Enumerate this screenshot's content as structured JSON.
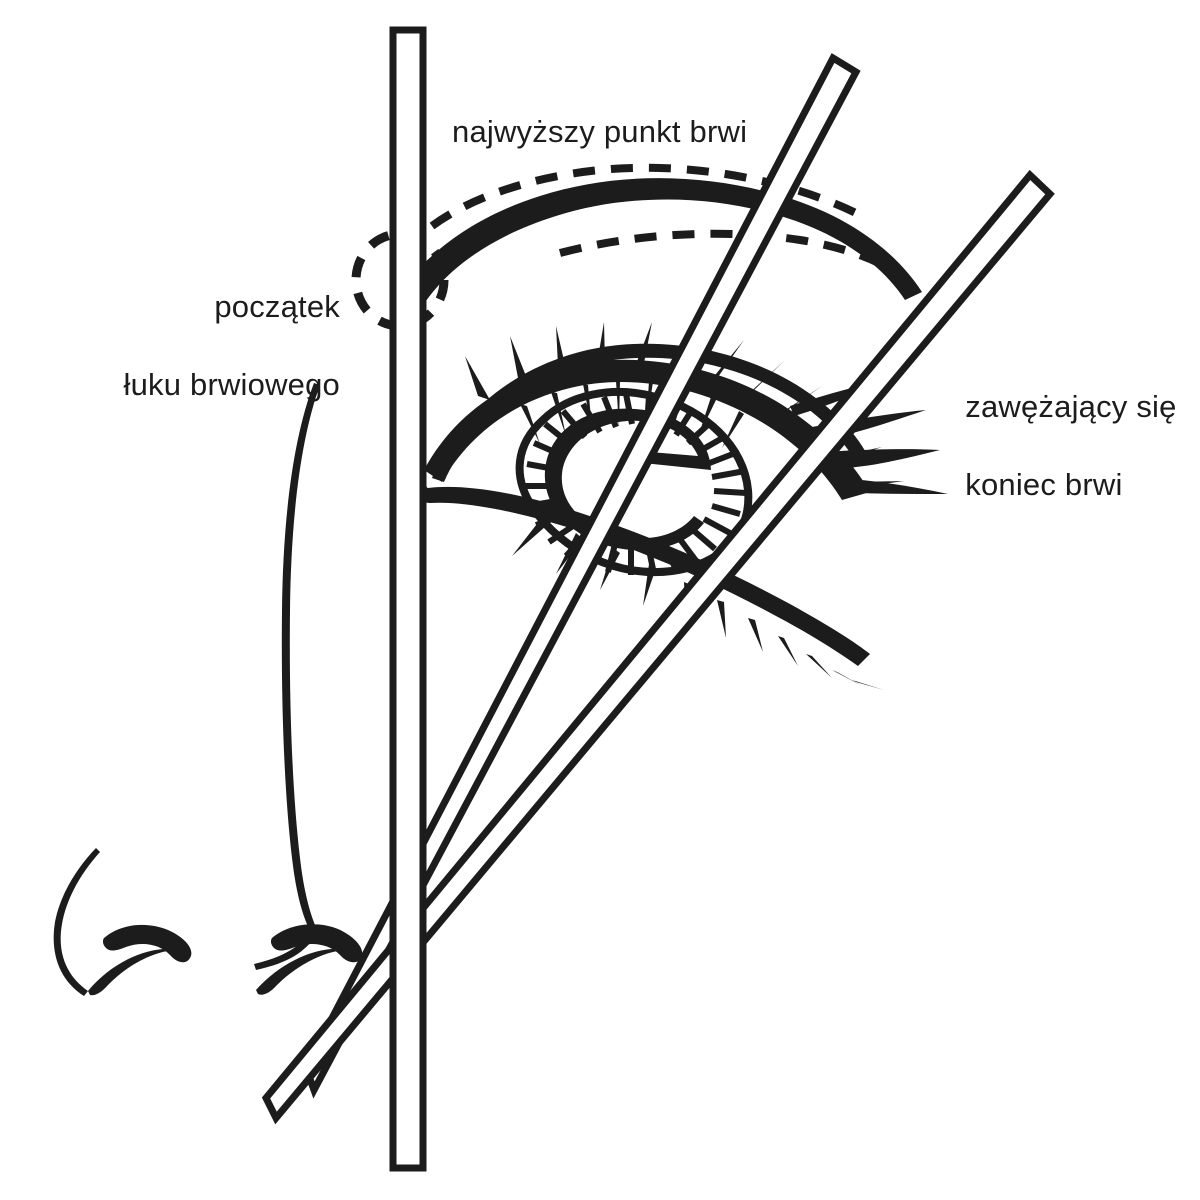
{
  "diagram": {
    "title": "Diagram proporcji brwi z miarkami",
    "language": "pl",
    "background_color": "#ffffff",
    "ink_color": "#1c1c1c",
    "labels": {
      "highest_point": "najwyższy punkt brwi",
      "arch_start_line1": "początek",
      "arch_start_line2": "łuku brwiowego",
      "tapering_end_line1": "zawężający się",
      "tapering_end_line2": "koniec brwi"
    },
    "elements": {
      "vertical_ruler": "pionowa miarka",
      "diagonal_ruler_inner": "miarka przez źrenicę",
      "diagonal_ruler_outer": "miarka przez zewnętrzny kącik oka",
      "eyebrow": "brew",
      "eye": "oko",
      "nose": "nos",
      "dashed_circle": "okrąg przerywany — początek łuku",
      "dashed_arc_upper": "górny łuk przerywany",
      "dashed_arc_lower": "dolny łuk przerywany"
    }
  }
}
